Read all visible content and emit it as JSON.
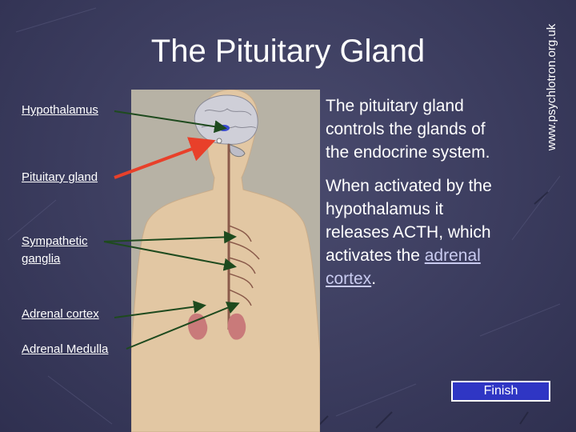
{
  "slide": {
    "title": "The Pituitary Gland",
    "side_url": "www.psychlotron.org.uk"
  },
  "labels": {
    "hypothalamus": "Hypothalamus",
    "pituitary": "Pituitary gland",
    "sympathetic_1": "Sympathetic",
    "sympathetic_2": "ganglia",
    "adrenal_cortex": "Adrenal cortex",
    "adrenal_medulla": "Adrenal Medulla"
  },
  "text": {
    "p1_l1": "The pituitary gland",
    "p1_l2": "controls the glands of",
    "p1_l3": "the endocrine system.",
    "p2_l1": "When activated by the",
    "p2_l2": "hypothalamus it",
    "p2_l3": "releases ACTH, which",
    "p2_l4_prefix": "activates the ",
    "p2_link_1": "adrenal",
    "p2_link_2": "cortex",
    "p2_end": "."
  },
  "buttons": {
    "finish": "Finish"
  },
  "colors": {
    "background": "#3b3c5e",
    "arrow_dark": "#1e4a1e",
    "arrow_highlight": "#e8402a",
    "finish_button": "#2f36c4",
    "kidney": "#c97a7a"
  }
}
